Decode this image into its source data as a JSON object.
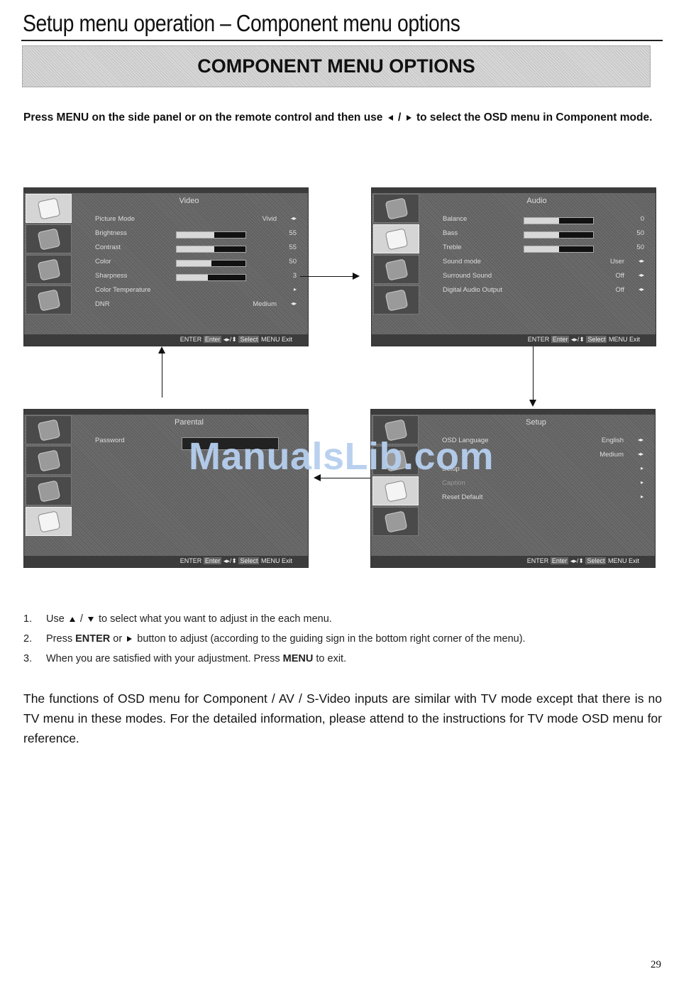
{
  "page": {
    "title": "Setup menu operation – Component menu options",
    "banner": "COMPONENT MENU OPTIONS",
    "intro_part1": "Press MENU on the side panel or on the remote control and then use",
    "intro_sep": "/",
    "intro_part2": "to select the OSD menu in Component mode.",
    "page_number": "29",
    "watermark": "ManualsLib.com"
  },
  "osd_hint": {
    "enter_key": "ENTER",
    "enter_label": "Enter",
    "select_keys": "◂▸/⬍",
    "select_label": "Select",
    "menu_key": "MENU",
    "exit_label": "Exit"
  },
  "screens": {
    "video": {
      "heading": "Video",
      "rows": [
        {
          "label": "Picture Mode",
          "value": "Vivid",
          "arrow": "◂▸"
        },
        {
          "label": "Brightness",
          "value": "55",
          "fill": 0.55
        },
        {
          "label": "Contrast",
          "value": "55",
          "fill": 0.55
        },
        {
          "label": "Color",
          "value": "50",
          "fill": 0.5
        },
        {
          "label": "Sharpness",
          "value": "3",
          "fill": 0.45
        },
        {
          "label": "Color Temperature",
          "value": "",
          "arrow": "▸"
        },
        {
          "label": "DNR",
          "value": "Medium",
          "arrow": "◂▸"
        }
      ]
    },
    "audio": {
      "heading": "Audio",
      "rows": [
        {
          "label": "Balance",
          "value": "0",
          "fill": 0.5
        },
        {
          "label": "Bass",
          "value": "50",
          "fill": 0.5
        },
        {
          "label": "Treble",
          "value": "50",
          "fill": 0.5
        },
        {
          "label": "Sound mode",
          "value": "User",
          "arrow": "◂▸"
        },
        {
          "label": "Surround Sound",
          "value": "Off",
          "arrow": "◂▸"
        },
        {
          "label": "Digital Audio Output",
          "value": "Off",
          "arrow": "◂▸"
        }
      ]
    },
    "parental": {
      "heading": "Parental",
      "rows": [
        {
          "label": "Password",
          "value": ""
        }
      ]
    },
    "setup": {
      "heading": "Setup",
      "rows": [
        {
          "label": "OSD Language",
          "value": "English",
          "arrow": "◂▸"
        },
        {
          "label": "",
          "value": "Medium",
          "arrow": "◂▸"
        },
        {
          "label": "Setup",
          "value": "",
          "arrow": "▸"
        },
        {
          "label": "Caption",
          "value": "",
          "arrow": "▸"
        },
        {
          "label": "Reset Default",
          "value": "",
          "arrow": "▸"
        }
      ]
    }
  },
  "steps": [
    {
      "num": "1.",
      "a": "Use",
      "b": "/",
      "c": "to select what you want to adjust in the each menu."
    },
    {
      "num": "2.",
      "a": "Press",
      "bold1": "ENTER",
      "b": "or",
      "c": "button to adjust (according to the guiding sign in the bottom right corner of the menu)."
    },
    {
      "num": "3.",
      "a": "When you are satisfied with your adjustment. Press",
      "bold1": "MENU",
      "c": "to exit."
    }
  ],
  "paragraph": "The functions of OSD menu for Component / AV / S-Video inputs are similar with TV mode except that there is no TV menu in these modes. For the detailed information, please attend to the instructions for TV mode OSD menu for reference."
}
